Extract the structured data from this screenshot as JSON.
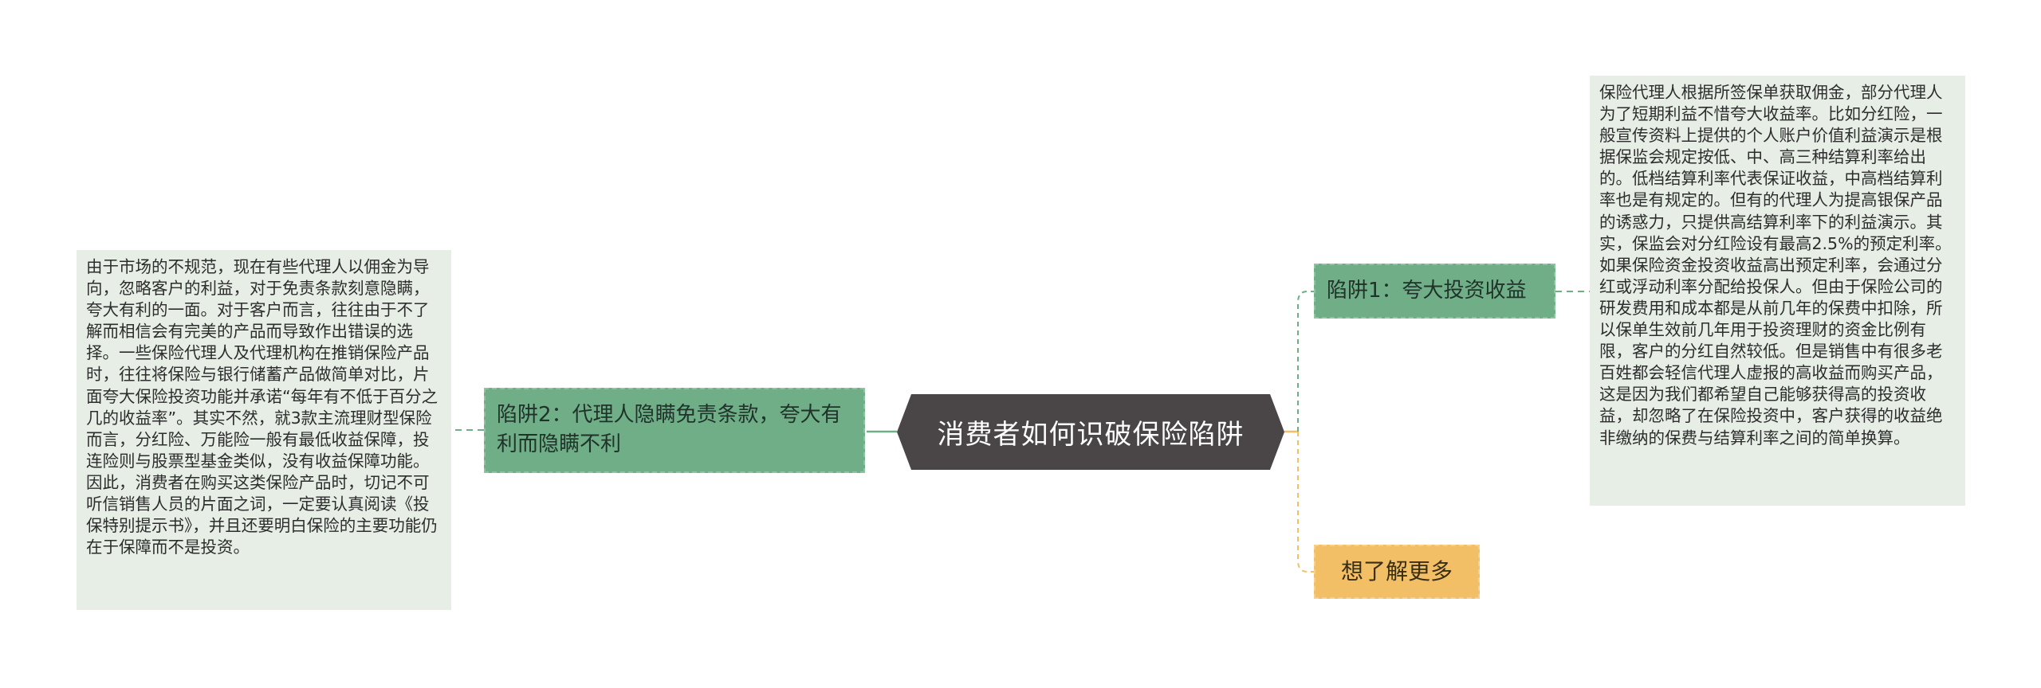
{
  "central": {
    "title": "消费者如何识破保险陷阱"
  },
  "branches": {
    "trap1": {
      "label": "陷阱1：夸大投资收益",
      "detail": "保险代理人根据所签保单获取佣金，部分代理人为了短期利益不惜夸大收益率。比如分红险，一般宣传资料上提供的个人账户价值利益演示是根据保监会规定按低、中、高三种结算利率给出的。低档结算利率代表保证收益，中高档结算利率也是有规定的。但有的代理人为提高银保产品的诱惑力，只提供高结算利率下的利益演示。其实，保监会对分红险设有最高2.5%的预定利率。如果保险资金投资收益高出预定利率，会通过分红或浮动利率分配给投保人。但由于保险公司的研发费用和成本都是从前几年的保费中扣除，所以保单生效前几年用于投资理财的资金比例有限，客户的分红自然较低。但是销售中有很多老百姓都会轻信代理人虚报的高收益而购买产品，这是因为我们都希望自己能够获得高的投资收益，却忽略了在保险投资中，客户获得的收益绝非缴纳的保费与结算利率之间的简单换算。"
    },
    "trap2": {
      "label": "陷阱2：代理人隐瞒免责条款，夸大有利而隐瞒不利",
      "detail": "由于市场的不规范，现在有些代理人以佣金为导向，忽略客户的利益，对于免责条款刻意隐瞒，夸大有利的一面。对于客户而言，往往由于不了解而相信会有完美的产品而导致作出错误的选择。一些保险代理人及代理机构在推销保险产品时，往往将保险与银行储蓄产品做简单对比，片面夸大保险投资功能并承诺“每年有不低于百分之几的收益率”。其实不然，就3款主流理财型保险而言，分红险、万能险一般有最低收益保障，投连险则与股票型基金类似，没有收益保障功能。因此，消费者在购买这类保险产品时，切记不可听信销售人员的片面之词，一定要认真阅读《投保特别提示书》，并且还要明白保险的主要功能仍在于保障而不是投资。"
    },
    "more": {
      "label": "想了解更多"
    }
  },
  "colors": {
    "central": "#4a4546",
    "branch": "#6fae87",
    "note": "#e6eee6",
    "more": "#f2bf66",
    "connector_green": "#6fae87",
    "connector_orange": "#f2bf66"
  }
}
